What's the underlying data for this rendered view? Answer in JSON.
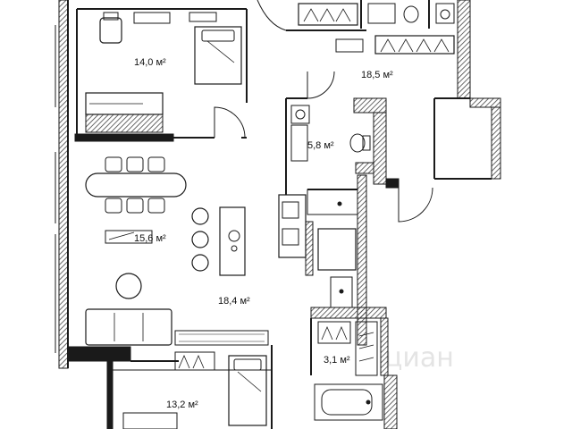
{
  "colors": {
    "wall": "#1a1a1a",
    "hatch": "#555555",
    "line": "#222222",
    "background": "#ffffff",
    "watermark": "#e4e4e4"
  },
  "rooms": {
    "bedroom_top": "14,0 м²",
    "hall_top": "18,5 м²",
    "bathroom": "5,8 м²",
    "kitchen": "15,6 м²",
    "living": "18,4 м²",
    "storage": "3,1 м²",
    "bedroom_bottom": "13,2 м²"
  },
  "watermark": "циан"
}
